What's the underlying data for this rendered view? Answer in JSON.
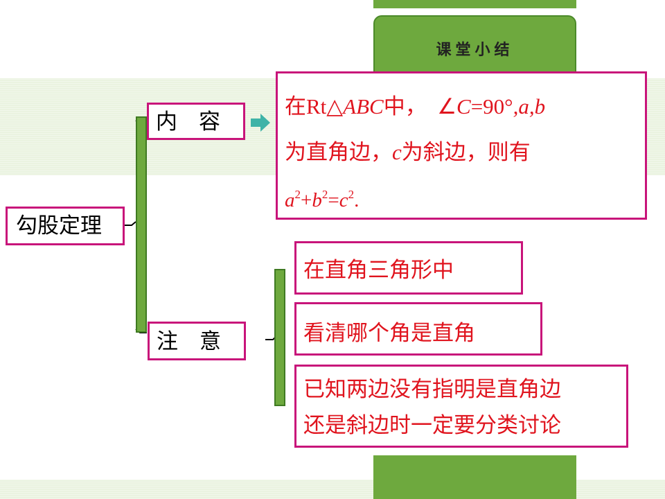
{
  "header": {
    "badge_label": "课堂小结"
  },
  "diagram": {
    "root": "勾股定理",
    "branch_content": "内　容",
    "branch_notice": "注　意",
    "content": {
      "line1_prefix": "在Rt△",
      "line1_abc": "ABC",
      "line1_mid": "中，　∠",
      "line1_c": "C",
      "line1_angle": "=90°",
      "line1_ab": ",a,b",
      "line2_a": "为直角边，",
      "line2_c": "c",
      "line2_b": "为斜边，则有",
      "line3_a": "a",
      "line3_exp1": "2",
      "line3_plus": "+",
      "line3_b": "b",
      "line3_exp2": "2",
      "line3_eq": "=",
      "line3_c": "c",
      "line3_exp3": "2",
      "line3_end": "."
    },
    "notes": [
      "在直角三角形中",
      "看清哪个角是直角",
      "已知两边没有指明是直角边",
      "还是斜边时一定要分类讨论"
    ]
  },
  "colors": {
    "accent_green": "#6ea93e",
    "box_border": "#c8147a",
    "text_red": "#e0141e",
    "arrow_teal": "#3fb3a8"
  }
}
